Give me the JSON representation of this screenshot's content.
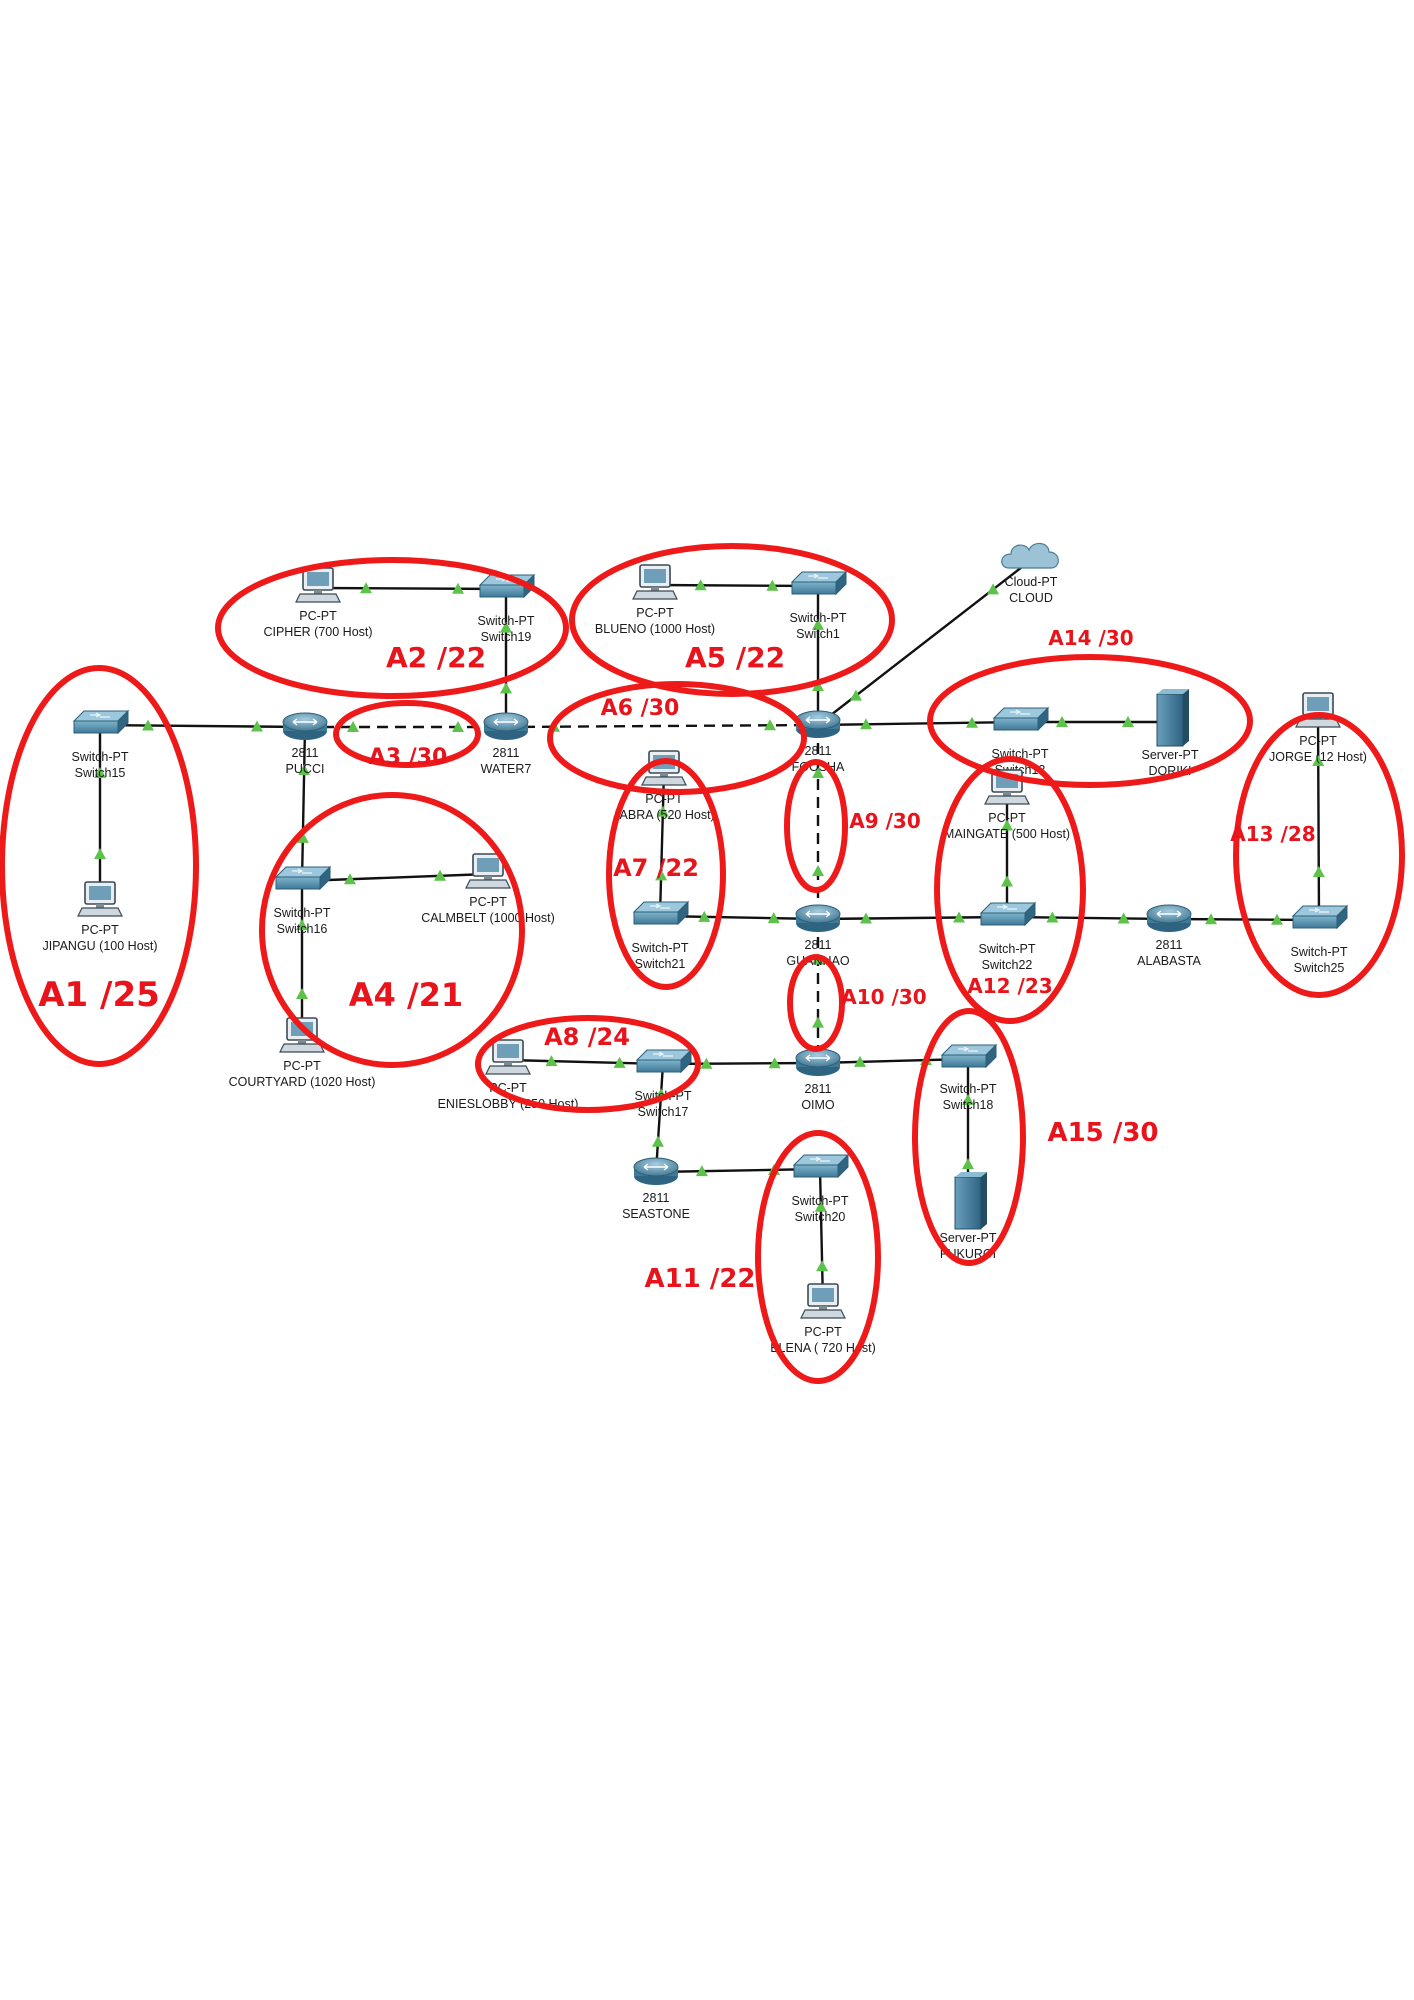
{
  "devices": {
    "switch15": {
      "type": "switch",
      "line1": "Switch-PT",
      "line2": "Switch15"
    },
    "pc_jipangu": {
      "type": "pc",
      "line1": "PC-PT",
      "line2": "JIPANGU (100 Host)"
    },
    "pucci": {
      "type": "router",
      "line1": "2811",
      "line2": "PUCCI"
    },
    "switch16": {
      "type": "switch",
      "line1": "Switch-PT",
      "line2": "Switch16"
    },
    "pc_calmbelt": {
      "type": "pc",
      "line1": "PC-PT",
      "line2": "CALMBELT (1000 Host)"
    },
    "pc_courtyard": {
      "type": "pc",
      "line1": "PC-PT",
      "line2": "COURTYARD (1020 Host)"
    },
    "pc_cipher": {
      "type": "pc",
      "line1": "PC-PT",
      "line2": "CIPHER (700 Host)"
    },
    "switch19": {
      "type": "switch",
      "line1": "Switch-PT",
      "line2": "Switch19"
    },
    "water7": {
      "type": "router",
      "line1": "2811",
      "line2": "WATER7"
    },
    "pc_blueno": {
      "type": "pc",
      "line1": "PC-PT",
      "line2": "BLUENO (1000 Host)"
    },
    "switch1": {
      "type": "switch",
      "line1": "Switch-PT",
      "line2": "Switch1"
    },
    "cloud": {
      "type": "cloud",
      "line1": "Cloud-PT",
      "line2": "CLOUD"
    },
    "foosha": {
      "type": "router",
      "line1": "2811",
      "line2": "FOOSHA"
    },
    "switch13": {
      "type": "switch",
      "line1": "Switch-PT",
      "line2": "Switch13"
    },
    "server_doriki": {
      "type": "server",
      "line1": "Server-PT",
      "line2": "DORIKI"
    },
    "pc_jorge": {
      "type": "pc",
      "line1": "PC-PT",
      "line2": "JORGE (12 Host)"
    },
    "pc_jabra": {
      "type": "pc",
      "line1": "PC-PT",
      "line2": "JABRA (520 Host)"
    },
    "switch21": {
      "type": "switch",
      "line1": "Switch-PT",
      "line2": "Switch21"
    },
    "pc_maingate": {
      "type": "pc",
      "line1": "PC-PT",
      "line2": "MAINGATE (500 Host)"
    },
    "guanhao": {
      "type": "router",
      "line1": "2811",
      "line2": "GUANHAO"
    },
    "switch22": {
      "type": "switch",
      "line1": "Switch-PT",
      "line2": "Switch22"
    },
    "alabasta": {
      "type": "router",
      "line1": "2811",
      "line2": "ALABASTA"
    },
    "switch25": {
      "type": "switch",
      "line1": "Switch-PT",
      "line2": "Switch25"
    },
    "pc_enieslobby": {
      "type": "pc",
      "line1": "PC-PT",
      "line2": "ENIESLOBBY (250 Host)"
    },
    "switch17": {
      "type": "switch",
      "line1": "Switch-PT",
      "line2": "Switch17"
    },
    "oimo": {
      "type": "router",
      "line1": "2811",
      "line2": "OIMO"
    },
    "switch18": {
      "type": "switch",
      "line1": "Switch-PT",
      "line2": "Switch18"
    },
    "server_fukuroi": {
      "type": "server",
      "line1": "Server-PT",
      "line2": "FUKUROI"
    },
    "seastone": {
      "type": "router",
      "line1": "2811",
      "line2": "SEASTONE"
    },
    "switch20": {
      "type": "switch",
      "line1": "Switch-PT",
      "line2": "Switch20"
    },
    "pc_elena": {
      "type": "pc",
      "line1": "PC-PT",
      "line2": "ELENA ( 720 Host)"
    }
  },
  "links": [
    [
      "switch15",
      "pucci",
      "solid"
    ],
    [
      "switch15",
      "pc_jipangu",
      "solid"
    ],
    [
      "pucci",
      "switch16",
      "solid"
    ],
    [
      "switch16",
      "pc_calmbelt",
      "solid"
    ],
    [
      "switch16",
      "pc_courtyard",
      "solid"
    ],
    [
      "pucci",
      "water7",
      "dashed"
    ],
    [
      "water7",
      "switch19",
      "solid"
    ],
    [
      "pc_cipher",
      "switch19",
      "solid"
    ],
    [
      "water7",
      "foosha",
      "dashed"
    ],
    [
      "pc_blueno",
      "switch1",
      "solid"
    ],
    [
      "switch1",
      "foosha",
      "solid"
    ],
    [
      "cloud",
      "foosha",
      "solid"
    ],
    [
      "foosha",
      "switch13",
      "solid"
    ],
    [
      "switch13",
      "server_doriki",
      "solid"
    ],
    [
      "foosha",
      "guanhao",
      "dashed"
    ],
    [
      "pc_jabra",
      "switch21",
      "solid"
    ],
    [
      "switch21",
      "guanhao",
      "solid"
    ],
    [
      "guanhao",
      "switch22",
      "solid"
    ],
    [
      "pc_maingate",
      "switch22",
      "solid"
    ],
    [
      "switch22",
      "alabasta",
      "solid"
    ],
    [
      "alabasta",
      "switch25",
      "solid"
    ],
    [
      "pc_jorge",
      "switch25",
      "solid"
    ],
    [
      "guanhao",
      "oimo",
      "dashed"
    ],
    [
      "pc_enieslobby",
      "switch17",
      "solid"
    ],
    [
      "switch17",
      "oimo",
      "solid"
    ],
    [
      "oimo",
      "switch18",
      "solid"
    ],
    [
      "switch18",
      "server_fukuroi",
      "solid"
    ],
    [
      "switch17",
      "seastone",
      "solid"
    ],
    [
      "seastone",
      "switch20",
      "solid"
    ],
    [
      "switch20",
      "pc_elena",
      "solid"
    ]
  ],
  "areas": [
    {
      "label": "A1 /25",
      "color": "#e8131b"
    },
    {
      "label": "A2 /22",
      "color": "#e8131b"
    },
    {
      "label": "A3 /30",
      "color": "#e8131b"
    },
    {
      "label": "A4 /21",
      "color": "#e8131b"
    },
    {
      "label": "A5 /22",
      "color": "#e8131b"
    },
    {
      "label": "A6 /30",
      "color": "#e8131b"
    },
    {
      "label": "A7 /22",
      "color": "#e8131b"
    },
    {
      "label": "A8 /24",
      "color": "#e8131b"
    },
    {
      "label": "A9 /30",
      "color": "#e8131b"
    },
    {
      "label": "A10 /30",
      "color": "#e8131b"
    },
    {
      "label": "A11 /22",
      "color": "#e8131b"
    },
    {
      "label": "A12 /23",
      "color": "#e8131b"
    },
    {
      "label": "A13 /28",
      "color": "#e8131b"
    },
    {
      "label": "A14 /30",
      "color": "#e8131b"
    },
    {
      "label": "A15 /30",
      "color": "#e8131b"
    }
  ]
}
